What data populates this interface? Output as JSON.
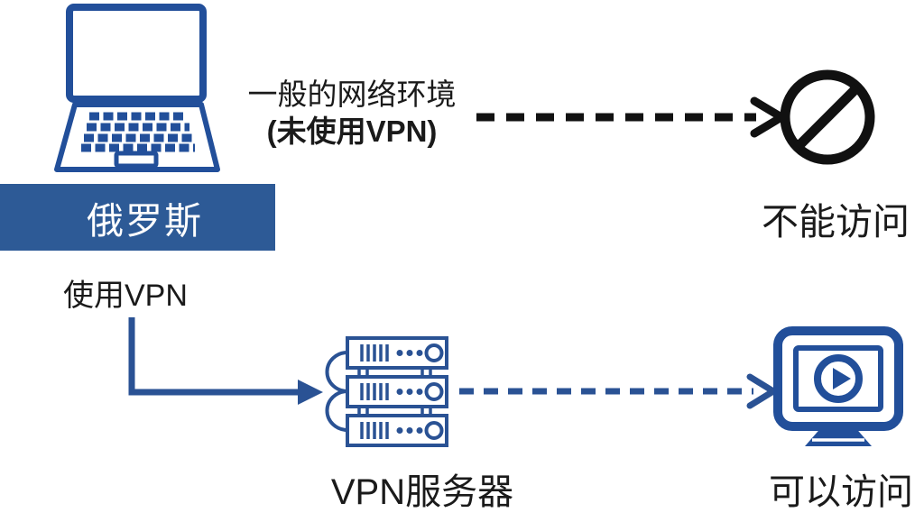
{
  "labels": {
    "russia": "俄罗斯",
    "normal_env_line1": "一般的网络环境",
    "normal_env_line2": "(未使用VPN)",
    "cannot_access": "不能访问",
    "use_vpn": "使用VPN",
    "vpn_server": "VPN服务器",
    "can_access": "可以访问"
  },
  "icons": {
    "laptop": "laptop-icon",
    "prohibition": "prohibition-icon",
    "server_stack": "server-stack-icon",
    "monitor_play": "monitor-play-icon",
    "blocked_arrow": "dashed-arrow-black",
    "vpn_route_arrow": "solid-elbow-arrow-blue",
    "vpn_access_arrow": "dashed-arrow-blue"
  },
  "colors": {
    "icon_blue": "#224f9a",
    "banner_blue": "#2d5a96",
    "arrow_black": "#111111",
    "text_black": "#1a1a1a",
    "background": "#ffffff"
  }
}
